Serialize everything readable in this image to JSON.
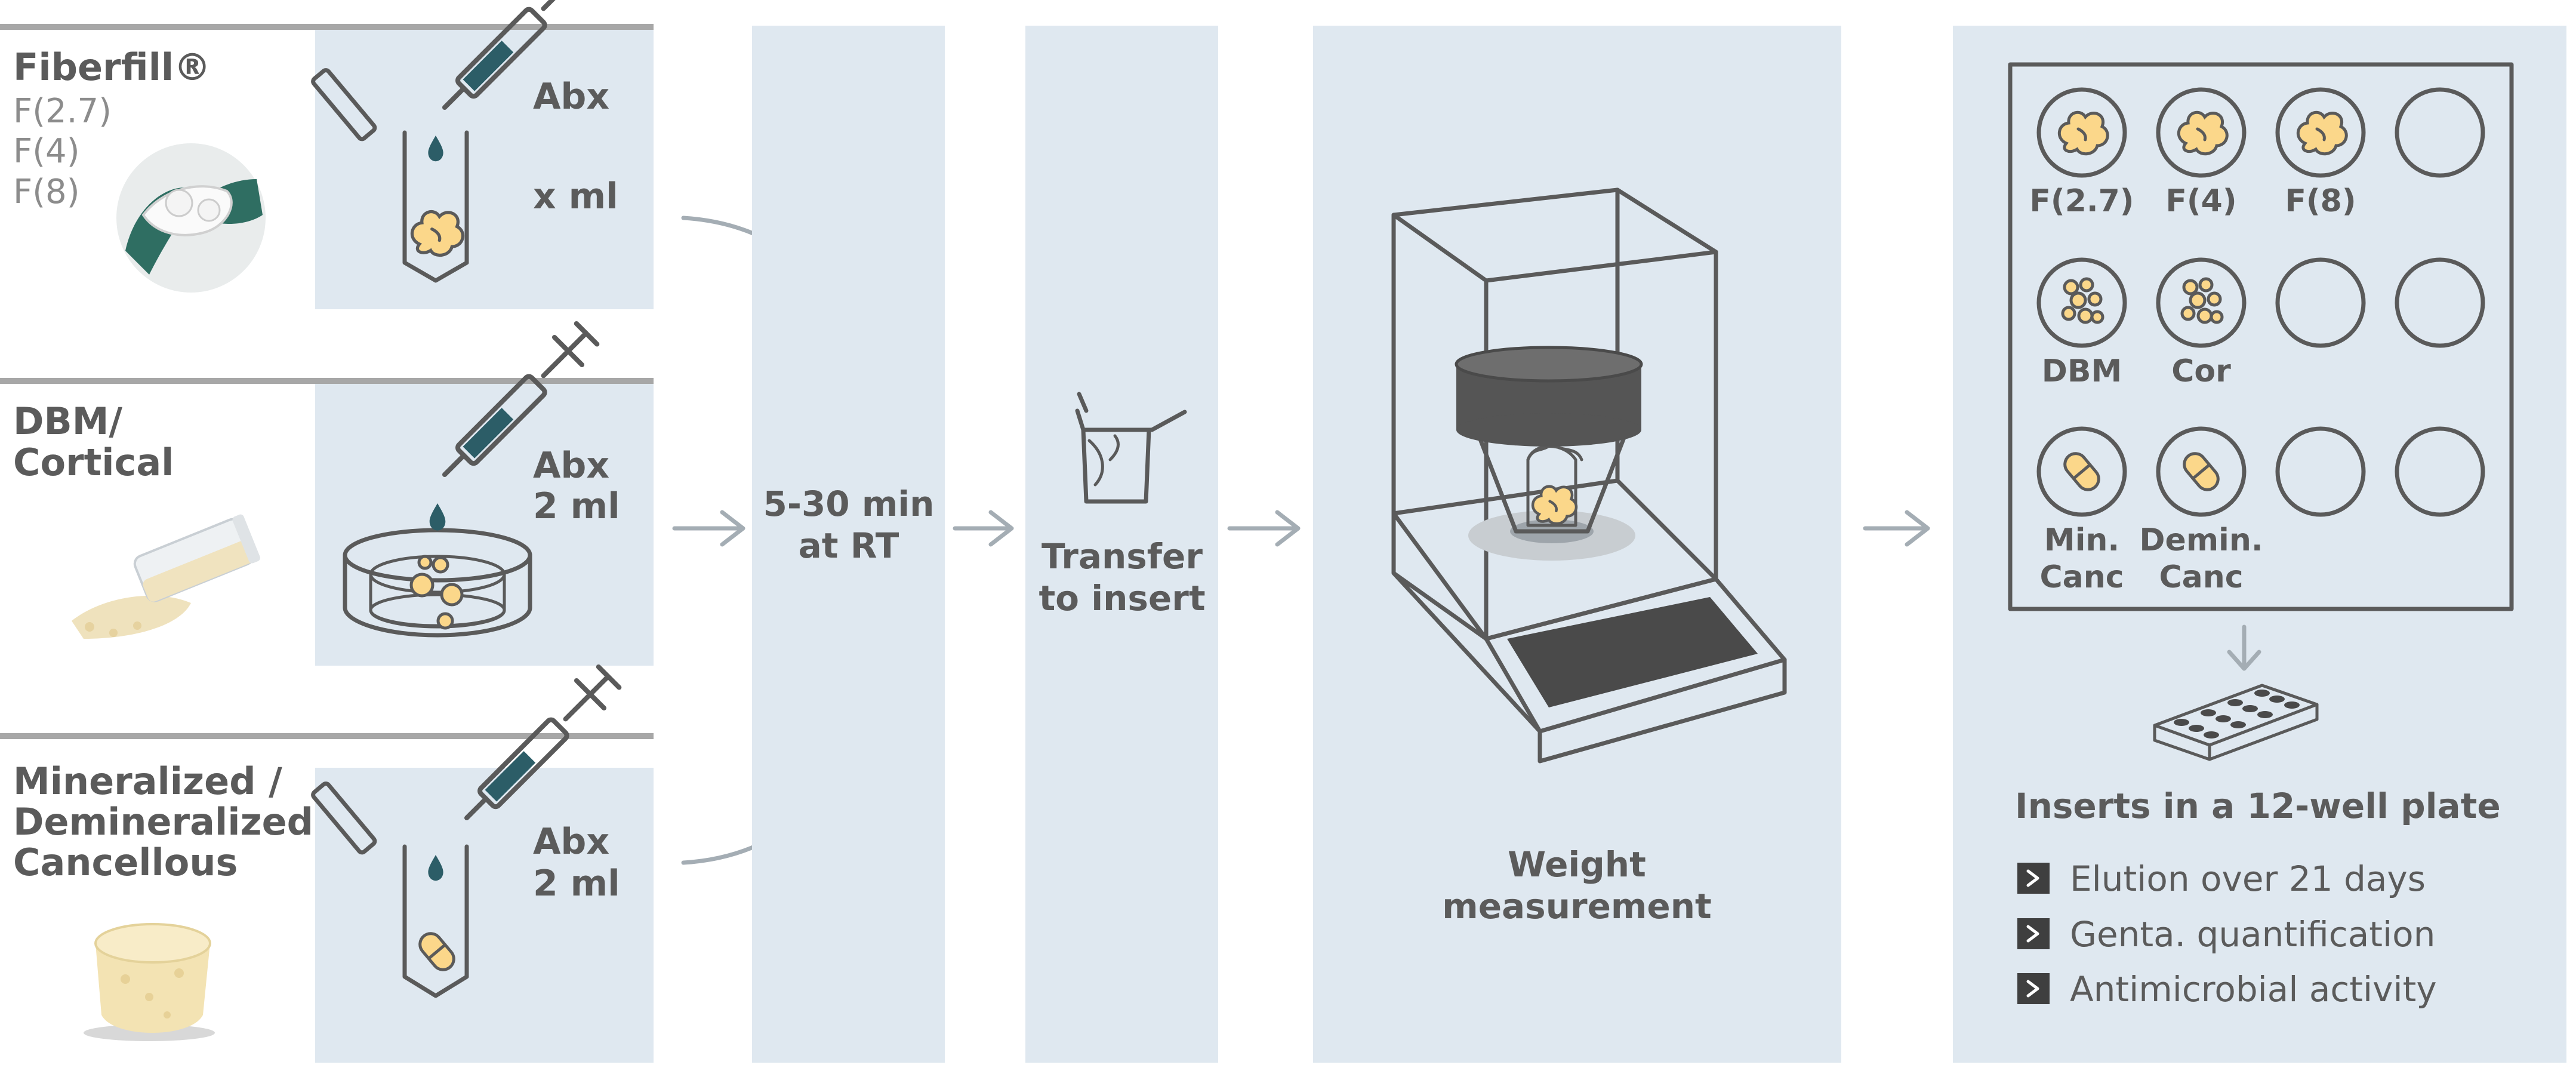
{
  "materials": {
    "fiberfill": {
      "title": "Fiberfill®",
      "variants": [
        "F(2.7)",
        "F(4)",
        "F(8)"
      ],
      "abx_label": "Abx",
      "volume": "x ml"
    },
    "dbm": {
      "title_lines": [
        "DBM/",
        "Cortical"
      ],
      "abx_label": "Abx",
      "volume": "2 ml"
    },
    "cancellous": {
      "title_lines": [
        "Mineralized /",
        "Demineralized",
        "Cancellous"
      ],
      "abx_label": "Abx",
      "volume": "2 ml"
    }
  },
  "steps": {
    "incubation": [
      "5-30 min",
      "at RT"
    ],
    "transfer": [
      "Transfer",
      "to insert"
    ],
    "weight": [
      "Weight",
      "measurement"
    ]
  },
  "plate": {
    "wells": [
      {
        "label": "F(2.7)",
        "sample": "fiber"
      },
      {
        "label": "F(4)",
        "sample": "fiber"
      },
      {
        "label": "F(8)",
        "sample": "fiber"
      },
      {
        "label": "",
        "sample": "none"
      },
      {
        "label": "DBM",
        "sample": "granules"
      },
      {
        "label": "Cor",
        "sample": "granules"
      },
      {
        "label": "",
        "sample": "none"
      },
      {
        "label": "",
        "sample": "none"
      },
      {
        "label": "Min.\nCanc",
        "sample": "cylinder"
      },
      {
        "label": "Demin.\nCanc",
        "sample": "cylinder"
      },
      {
        "label": "",
        "sample": "none"
      },
      {
        "label": "",
        "sample": "none"
      }
    ],
    "title": "Inserts in a 12-well plate",
    "readouts": [
      "Elution over 21 days",
      "Genta. quantification",
      "Antimicrobial activity"
    ]
  },
  "colors": {
    "panel": "#dfe8f0",
    "ink": "#5a5a5a",
    "antibiotic": "#2c5d67",
    "sample": "#fbd78a",
    "arrow": "#a4adb4"
  }
}
